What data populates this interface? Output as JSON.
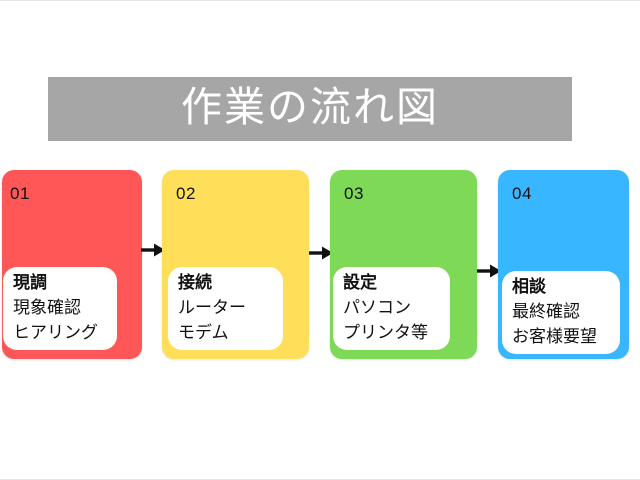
{
  "header": {
    "title": "作業の流れ図",
    "bg": "#a6a6a6",
    "text_color": "#ffffff"
  },
  "flow": {
    "arrow_color": "#111111",
    "steps": [
      {
        "number": "01",
        "color": "#ff5757",
        "card": {
          "title": "現調",
          "lines": [
            "現象確認",
            "ヒアリング"
          ]
        }
      },
      {
        "number": "02",
        "color": "#ffde59",
        "card": {
          "title": "接続",
          "lines": [
            "ルーター",
            "モデム"
          ]
        }
      },
      {
        "number": "03",
        "color": "#7ed957",
        "card": {
          "title": "設定",
          "lines": [
            "パソコン",
            "プリンタ等"
          ]
        }
      },
      {
        "number": "04",
        "color": "#38b6ff",
        "card": {
          "title": "相談",
          "lines": [
            "最終確認",
            "お客様要望"
          ]
        }
      }
    ]
  }
}
